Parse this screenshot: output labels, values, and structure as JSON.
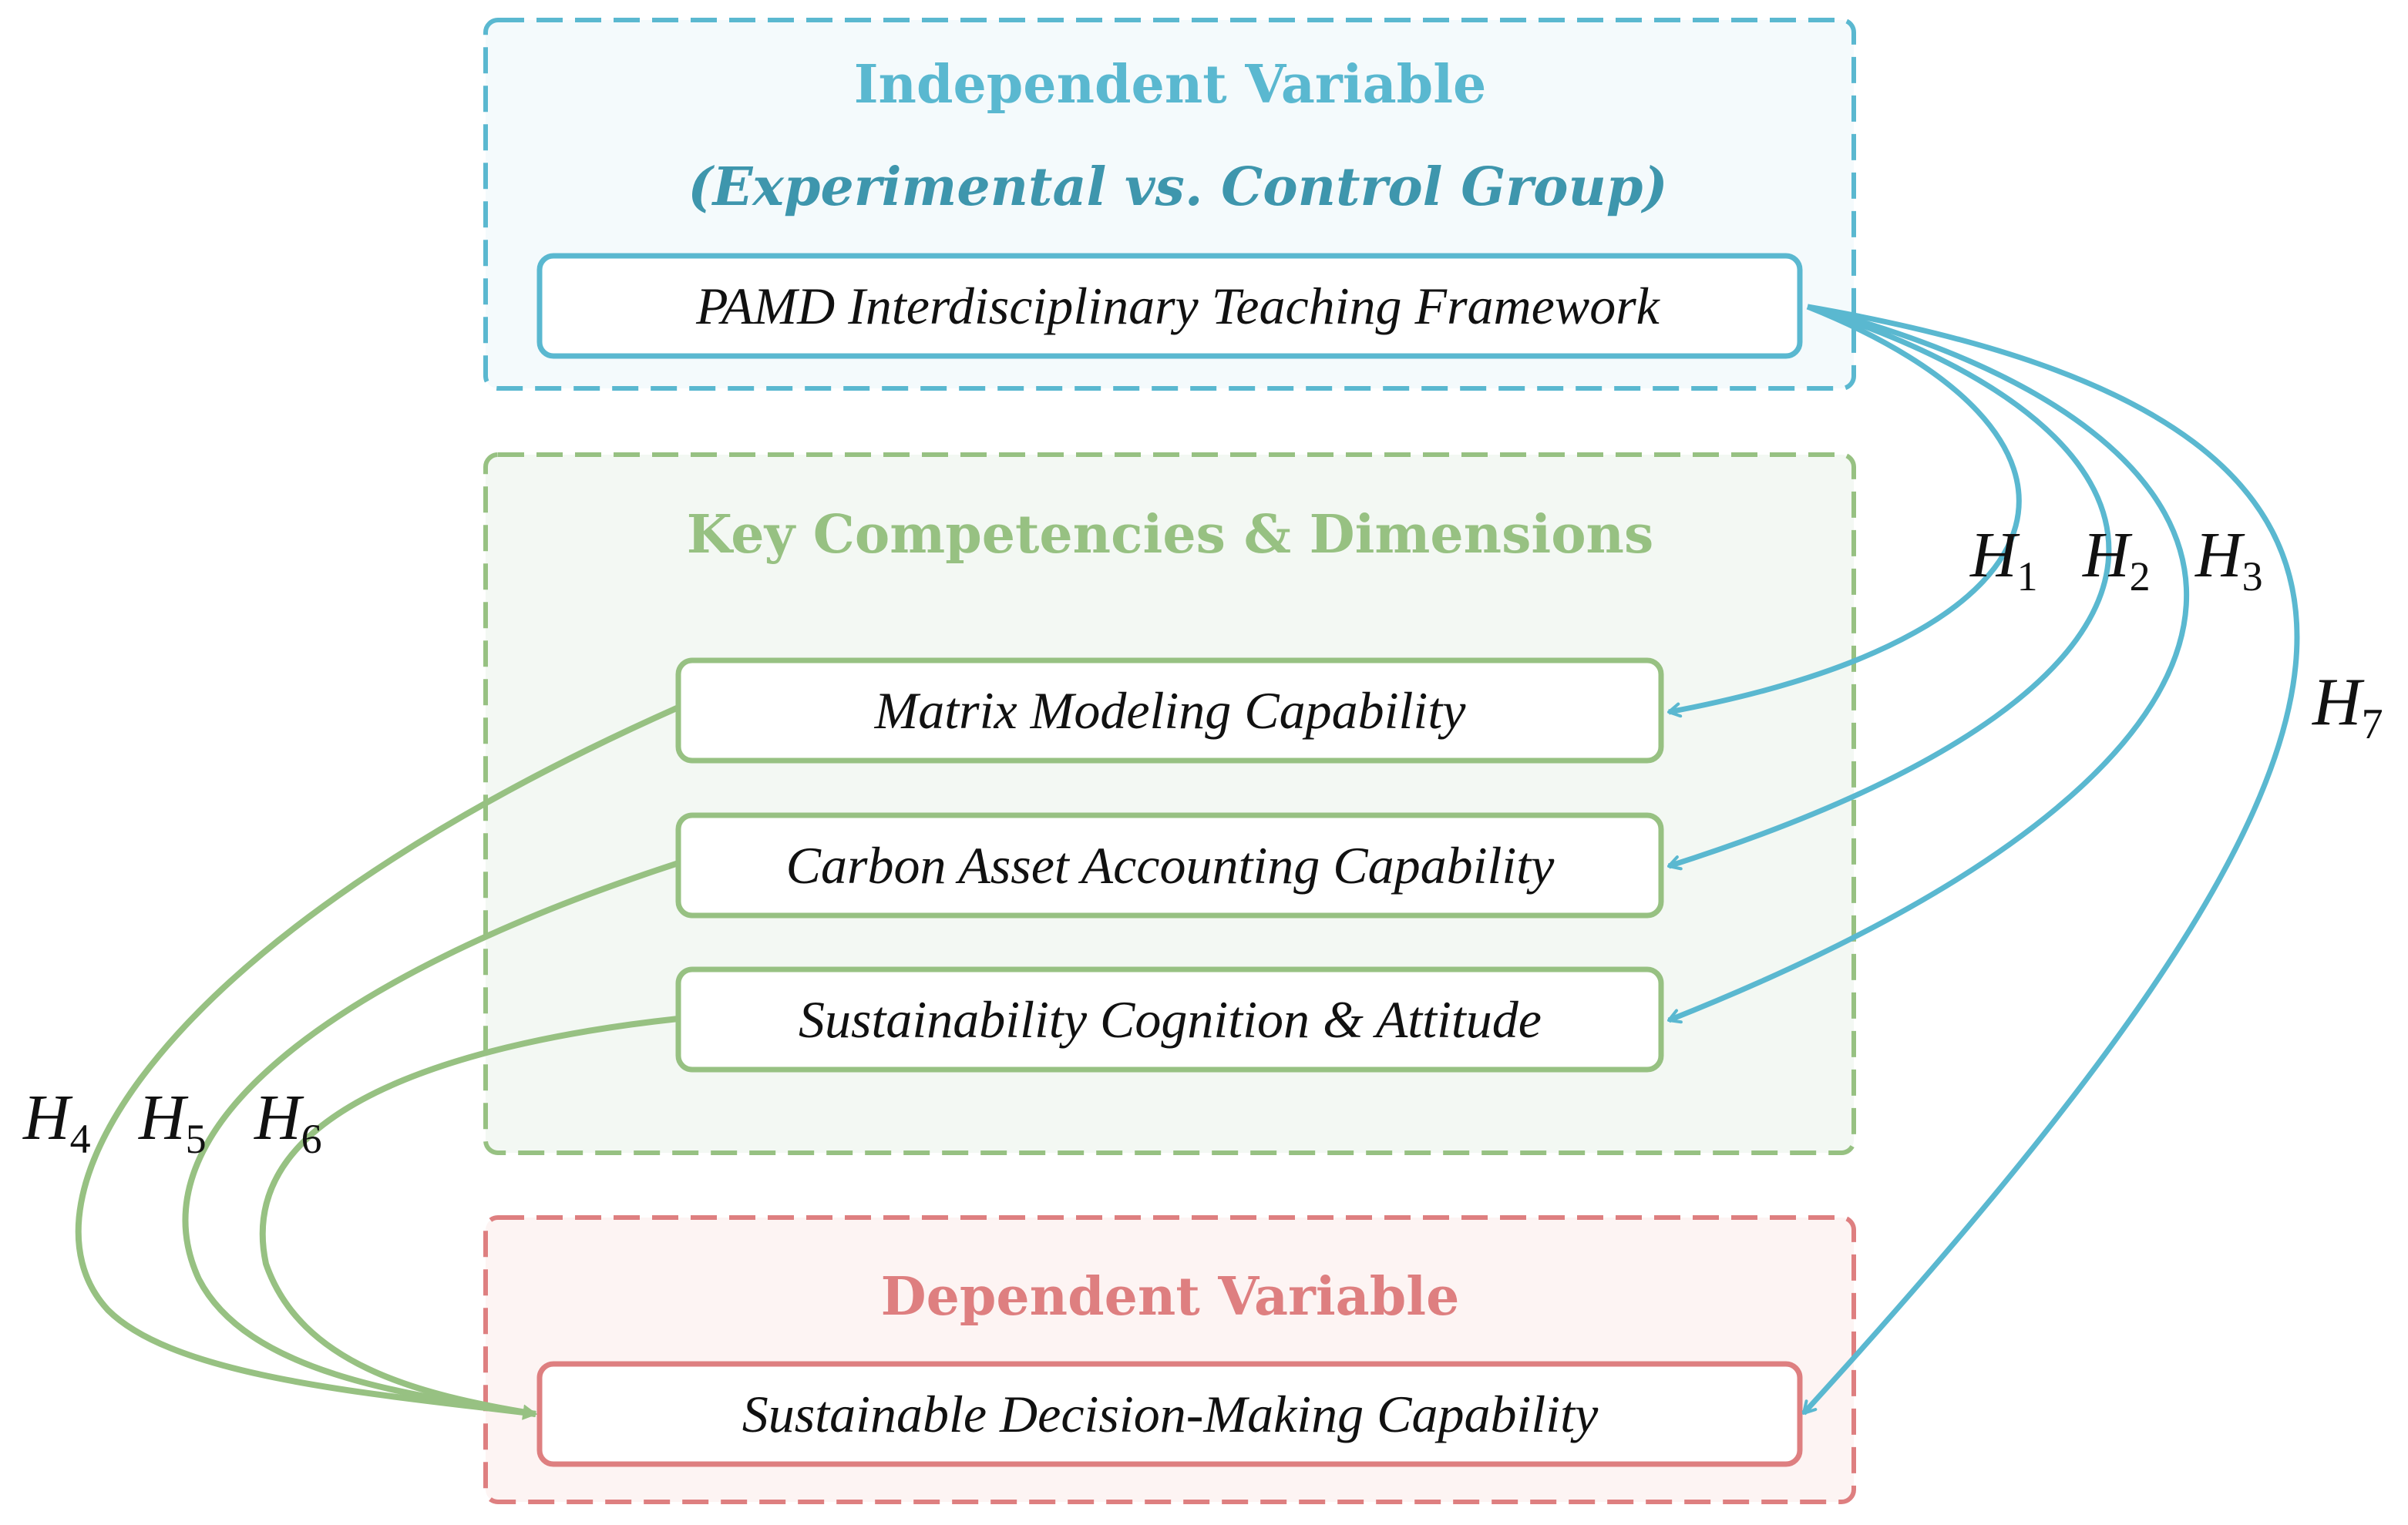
{
  "colors": {
    "blue": "#5ab8d0",
    "blue_dark": "#3e96ad",
    "blue_fill": "#f4fafc",
    "green": "#97c182",
    "green_fill": "#f3f8f3",
    "red": "#de7f80",
    "red_fill": "#fdf4f3",
    "text": "#111111"
  },
  "independent": {
    "title": "Independent Variable",
    "subtitle": "(Experimental vs. Control Group)",
    "box": "PAMD Interdisciplinary Teaching Framework"
  },
  "competencies": {
    "title": "Key Competencies & Dimensions",
    "items": [
      "Matrix Modeling Capability",
      "Carbon Asset Accounting Capability",
      "Sustainability Cognition & Attitude"
    ]
  },
  "dependent": {
    "title": "Dependent Variable",
    "box": "Sustainable Decision-Making Capability"
  },
  "hypotheses": [
    {
      "letter": "H",
      "sub": "1"
    },
    {
      "letter": "H",
      "sub": "2"
    },
    {
      "letter": "H",
      "sub": "3"
    },
    {
      "letter": "H",
      "sub": "4"
    },
    {
      "letter": "H",
      "sub": "5"
    },
    {
      "letter": "H",
      "sub": "6"
    },
    {
      "letter": "H",
      "sub": "7"
    }
  ]
}
